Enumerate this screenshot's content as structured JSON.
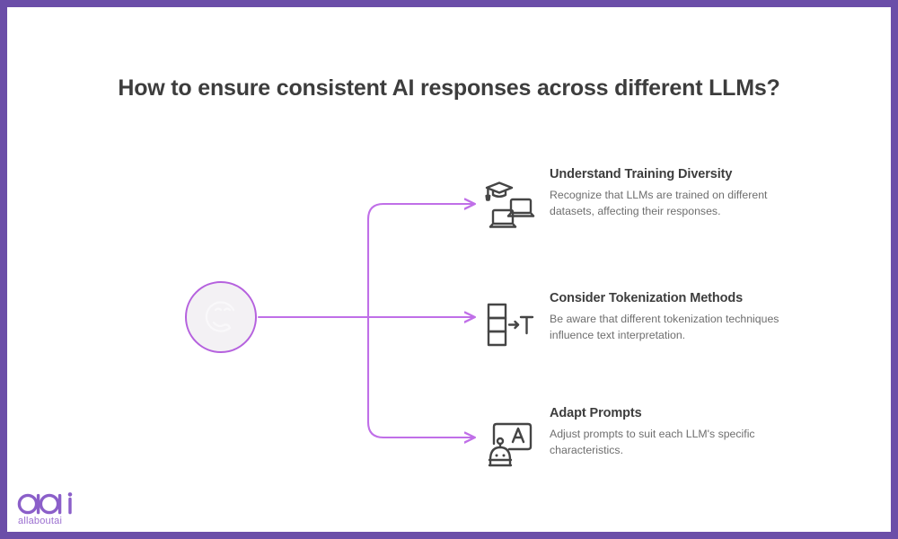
{
  "page": {
    "title": "How to ensure consistent AI responses across different LLMs?",
    "frame_color": "#6B4EA8",
    "background_color": "#ffffff",
    "title_color": "#3D3D3D",
    "connector_color": "#C06FE8",
    "hub_ring_color": "#B561DE",
    "hub_fill_color": "#F3F1F4",
    "icon_color": "#454545",
    "heading_color": "#3D3D3D",
    "body_color": "#6E6E6E"
  },
  "hub": {
    "icon": "ai-face-node-icon",
    "label": ""
  },
  "items": [
    {
      "icon": "graduation-cap-laptops-icon",
      "heading": "Understand Training Diversity",
      "body": "Recognize that LLMs are trained on different datasets, affecting their responses."
    },
    {
      "icon": "token-blocks-to-text-icon",
      "heading": "Consider Tokenization Methods",
      "body": "Be aware that different tokenization techniques influence text interpretation."
    },
    {
      "icon": "robot-screen-letter-a-icon",
      "heading": "Adapt Prompts",
      "body": "Adjust prompts to suit each LLM's specific characteristics."
    }
  ],
  "logo": {
    "mark": "aai",
    "wordmark": "allaboutai",
    "color": "#9B6FD0"
  }
}
